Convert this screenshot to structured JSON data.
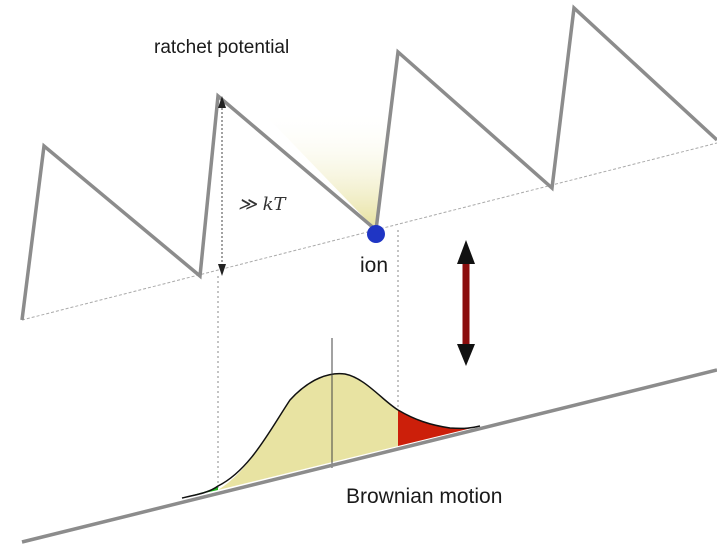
{
  "labels": {
    "ratchet_potential": "ratchet potential",
    "ion": "ion",
    "brownian_motion": "Brownian motion",
    "barrier_height": "≫ kT"
  },
  "colors": {
    "sawtooth": "#8c8c8c",
    "baseline": "#999999",
    "guide_line": "#666666",
    "ion": "#1f35c4",
    "distribution_fill": "#e8e3a2",
    "forward_tail": "#cc1f0a",
    "backward_tail": "#22b521",
    "arrow": "#8b0d0d",
    "arrow_head": "#111111",
    "glow": "#ece7a8"
  }
}
